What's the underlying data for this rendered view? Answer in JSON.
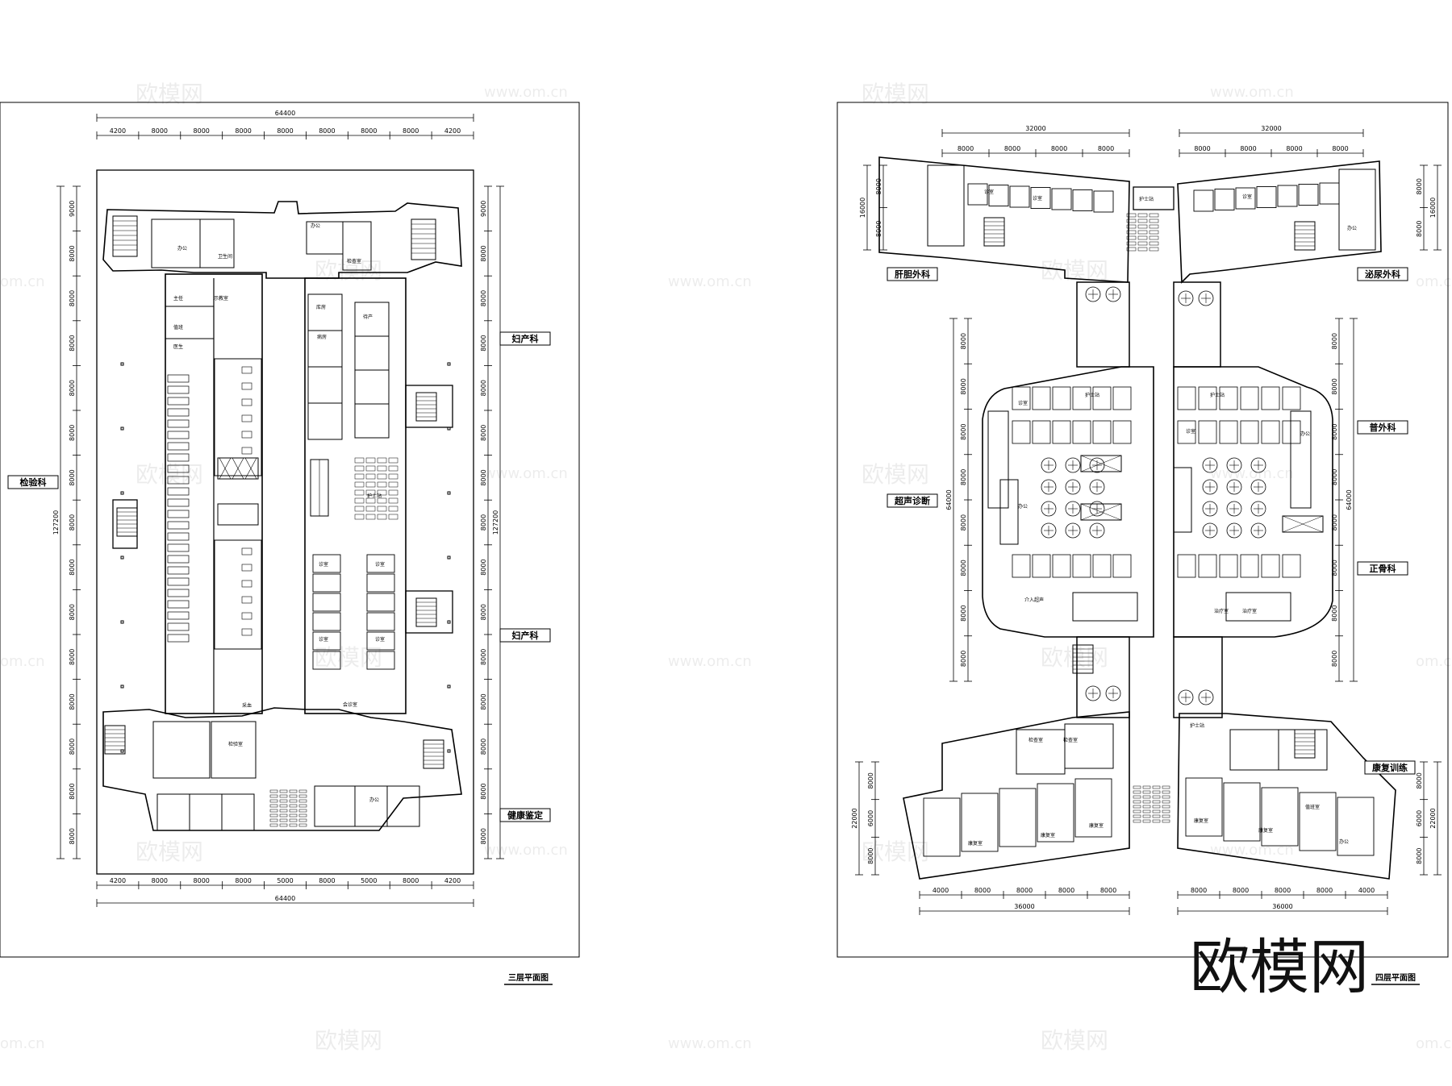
{
  "watermark": {
    "logo_text": "欧模网",
    "url_text": "www.om.cn",
    "edge_text": "om.cn"
  },
  "plan3": {
    "title": "三层平面图",
    "dims_top": {
      "total": "64400",
      "segments": [
        "4200",
        "8000",
        "8000",
        "8000",
        "8000",
        "8000",
        "8000",
        "8000",
        "4200"
      ]
    },
    "dims_bottom": {
      "total": "64400",
      "segments": [
        "4200",
        "8000",
        "8000",
        "8000",
        "5000",
        "8000",
        "5000",
        "8000",
        "4200"
      ]
    },
    "dims_left": {
      "total": "127200",
      "segments": [
        "9000",
        "8000",
        "8000",
        "8000",
        "8000",
        "8000",
        "8000",
        "8000",
        "8000",
        "8000",
        "8000",
        "8000",
        "8000",
        "8000",
        "8000"
      ]
    },
    "dims_right": {
      "total": "127200",
      "segments": [
        "9000",
        "8000",
        "8000",
        "8000",
        "8000",
        "8000",
        "8000",
        "8000",
        "8000",
        "8000",
        "8000",
        "8000",
        "8000",
        "8000",
        "8000"
      ]
    },
    "departments": {
      "left": "检验科",
      "right_top": "妇产科",
      "right_mid": "妇产科",
      "right_bottom": "健康鉴定"
    },
    "rooms": {
      "r1": "办公",
      "r2": "卫生间",
      "r3": "主任",
      "r4": "示教室",
      "r5": "值班",
      "r6": "医生",
      "r7": "办公",
      "r8": "检查室",
      "r9": "病房",
      "r10": "待产",
      "r11": "护士站",
      "r12": "诊室",
      "r13": "诊室",
      "r14": "诊室",
      "r15": "诊室",
      "r16": "会诊室",
      "r17": "检验室",
      "r18": "采血",
      "r19": "办公",
      "r20": "库房"
    }
  },
  "plan4": {
    "title": "四层平面图",
    "dims_top_left": {
      "total": "32000",
      "segments": [
        "8000",
        "8000",
        "8000",
        "8000"
      ]
    },
    "dims_top_right": {
      "total": "32000",
      "segments": [
        "8000",
        "8000",
        "8000",
        "8000"
      ]
    },
    "dims_bottom_left": {
      "total": "36000",
      "segments": [
        "4000",
        "8000",
        "8000",
        "8000",
        "8000"
      ]
    },
    "dims_bottom_right": {
      "total": "36000",
      "segments": [
        "8000",
        "8000",
        "8000",
        "8000",
        "4000"
      ]
    },
    "dims_left_mid": {
      "total": "64000",
      "segments": [
        "8000",
        "8000",
        "8000",
        "8000",
        "8000",
        "8000",
        "8000",
        "8000"
      ]
    },
    "dims_right_mid": {
      "total": "64000",
      "segments": [
        "8000",
        "8000",
        "8000",
        "8000",
        "8000",
        "8000",
        "8000",
        "8000"
      ]
    },
    "dims_left_top": {
      "total": "16000",
      "segments": [
        "8000",
        "8000"
      ]
    },
    "dims_right_top": {
      "total": "16000",
      "segments": [
        "8000",
        "8000"
      ]
    },
    "dims_left_bottom": {
      "total": "22000",
      "segments": [
        "8000",
        "6000",
        "8000"
      ]
    },
    "dims_right_bottom": {
      "total": "22000",
      "segments": [
        "8000",
        "6000",
        "8000"
      ]
    },
    "departments": {
      "top_left": "肝胆外科",
      "top_right": "泌尿外科",
      "left_mid": "超声诊断",
      "right_top": "普外科",
      "right_mid": "正骨科",
      "bottom_right": "康复训练"
    },
    "rooms": {
      "q1": "护士站",
      "q2": "诊室",
      "q3": "诊室",
      "q4": "诊室",
      "q5": "办公",
      "q6": "护士站",
      "q7": "诊室",
      "q8": "办公",
      "q9": "护士站",
      "q10": "诊室",
      "q11": "治疗室",
      "q12": "办公",
      "q13": "护士站",
      "q14": "检查室",
      "q15": "康复室",
      "q16": "康复室",
      "q17": "康复室",
      "q18": "办公",
      "q19": "康复室",
      "q20": "康复室",
      "q21": "介入超声",
      "q22": "治疗室",
      "q23": "检查室",
      "q24": "值班室"
    }
  },
  "brand_logo": "欧模网"
}
